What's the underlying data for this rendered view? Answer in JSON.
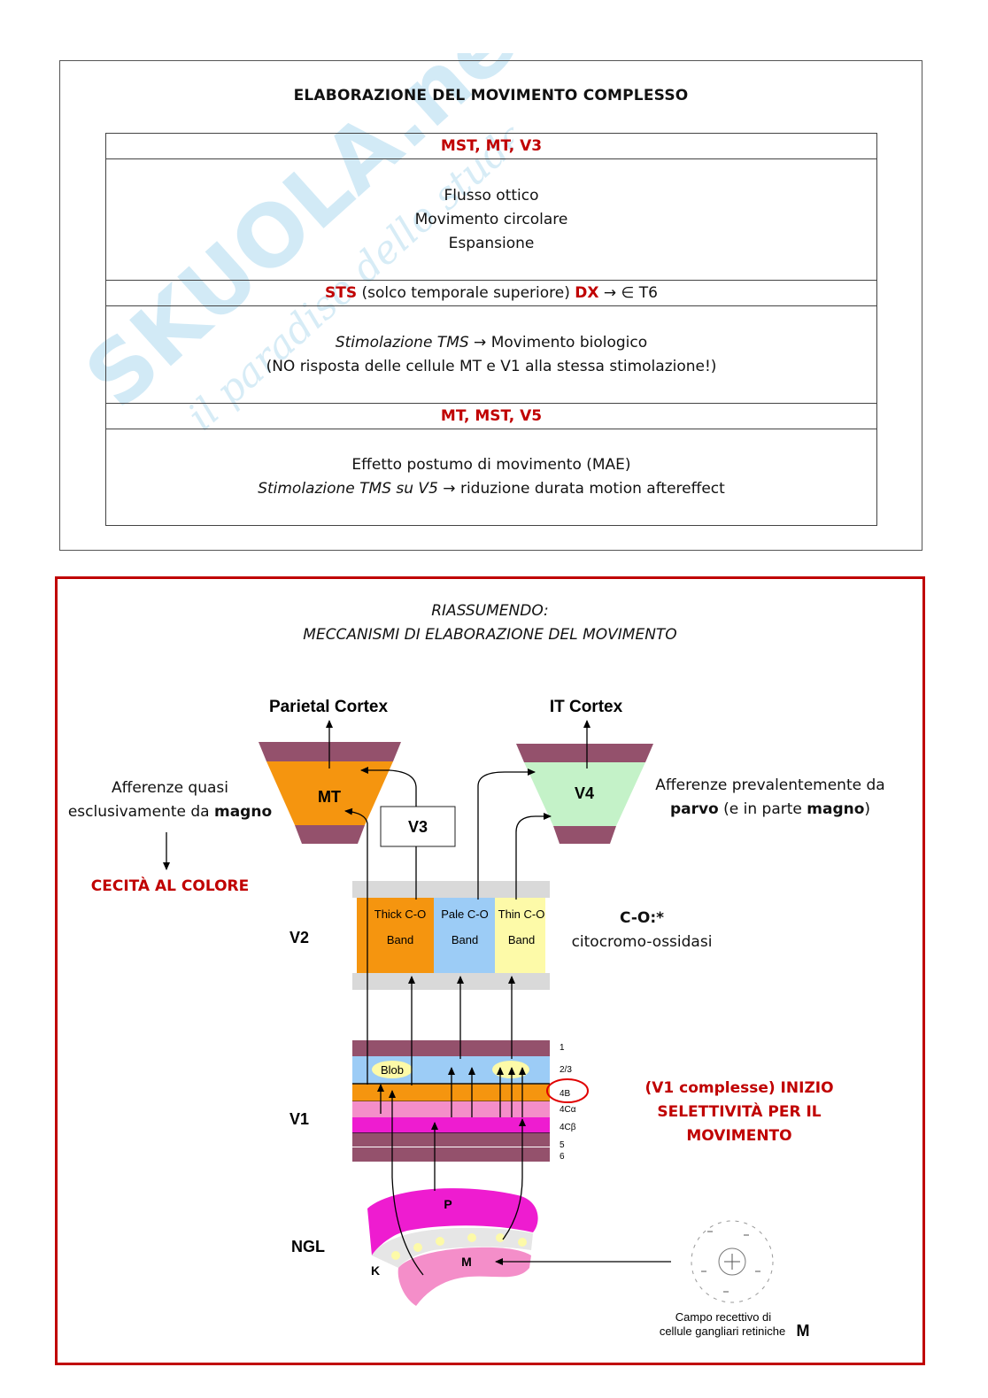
{
  "watermark": {
    "brand": "SKUOLA.net",
    "tagline": "il paradiso dello studente"
  },
  "section1": {
    "title": "ELABORAZIONE DEL MOVIMENTO COMPLESSO",
    "rows": [
      {
        "header": "MST, MT, V3",
        "lines": [
          "Flusso ottico",
          "Movimento circolare",
          "Espansione"
        ]
      },
      {
        "header_red1": "STS",
        "header_mid": " (solco temporale superiore) ",
        "header_red2": "DX",
        "header_arrow": " → ",
        "header_tail": "∈ T6",
        "line1_italic": "Stimolazione TMS",
        "line1_arrow": " → ",
        "line1_rest": "Movimento biologico",
        "line2": "(NO risposta delle cellule MT e V1 alla stessa stimolazione!)"
      },
      {
        "header": "MT, MST, V5",
        "line1": "Effetto postumo di movimento (MAE)",
        "line2_italic": "Stimolazione TMS su V5",
        "line2_arrow": " → ",
        "line2_rest": "riduzione durata motion aftereffect"
      }
    ]
  },
  "section2": {
    "title_line1": "RIASSUMENDO:",
    "title_line2": "MECCANISMI DI ELABORAZIONE DEL MOVIMENTO",
    "left_note_line1": "Afferenze quasi",
    "left_note_line2_pre": "esclusivamente da ",
    "left_note_line2_bold": "magno",
    "left_result": "CECITÀ AL COLORE",
    "right_note_line1": "Afferenze prevalentemente da",
    "right_note_line2_b1": "parvo",
    "right_note_line2_mid": " (e in parte ",
    "right_note_line2_b2": "magno",
    "right_note_line2_end": ")",
    "co_title": "C-O:*",
    "co_desc": "citocromo-ossidasi",
    "v1_note_line1": "(V1 complesse) INIZIO",
    "v1_note_line2": "SELETTIVITÀ PER IL MOVIMENTO"
  },
  "diagram": {
    "parietal": "Parietal Cortex",
    "it": "IT Cortex",
    "mt": "MT",
    "v4": "V4",
    "v3": "V3",
    "v2": "V2",
    "v1": "V1",
    "ngl": "NGL",
    "thick1": "Thick C-O",
    "thick2": "Band",
    "pale1": "Pale C-O",
    "pale2": "Band",
    "thin1": "Thin C-O",
    "thin2": "Band",
    "blob": "Blob",
    "layers": [
      "1",
      "2/3",
      "4B",
      "4Cα",
      "4Cβ",
      "5",
      "6"
    ],
    "p": "P",
    "m": "M",
    "k": "K",
    "rf_line1": "Campo recettivo di",
    "rf_line2": "cellule gangliari retiniche",
    "rf_m": "M",
    "colors": {
      "purple": "#94516c",
      "orange": "#f5950f",
      "green": "#c4f2c8",
      "blue": "#9cccf6",
      "yellow": "#fdfaa8",
      "magenta": "#ee1cd0",
      "pink": "#f48ec9",
      "gray": "#d9d9d9",
      "red": "#c00000"
    }
  }
}
